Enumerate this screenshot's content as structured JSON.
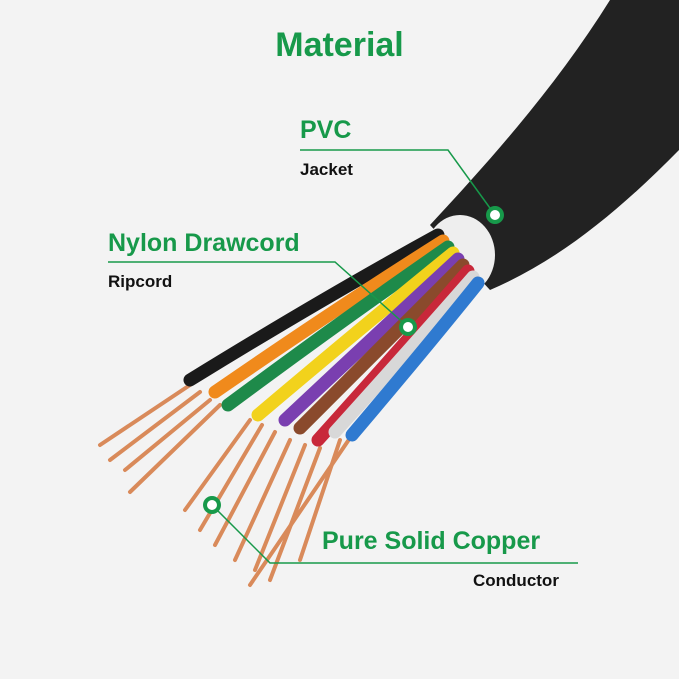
{
  "title": "Material",
  "callouts": [
    {
      "label": "PVC",
      "sublabel": "Jacket"
    },
    {
      "label": "Nylon Drawcord",
      "sublabel": "Ripcord"
    },
    {
      "label": "Pure Solid Copper",
      "sublabel": "Conductor"
    }
  ],
  "colors": {
    "accent": "#17994a",
    "jacket": "#222222",
    "copper": "#d9885a"
  },
  "wire_colors": [
    "#1a1a1a",
    "#f08a1c",
    "#1e8a4a",
    "#f2d21c",
    "#7a3fb0",
    "#8a4a2c",
    "#c8283a",
    "#d8d8d8",
    "#2f7ad0"
  ]
}
